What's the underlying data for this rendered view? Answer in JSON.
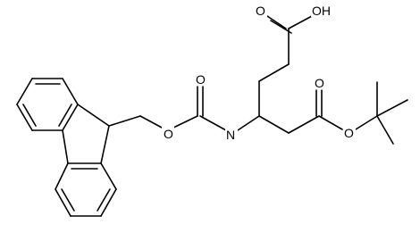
{
  "molecule": {
    "atoms": {
      "carbonyl_o": "O",
      "ester_o": "O",
      "amide_n": "N",
      "acid_o_double": "O",
      "acid_oh": "OH",
      "tbu_carbonyl_o": "O",
      "tbu_ester_o": "O"
    }
  },
  "colors": {
    "bond": "#000000",
    "background": "#ffffff"
  }
}
